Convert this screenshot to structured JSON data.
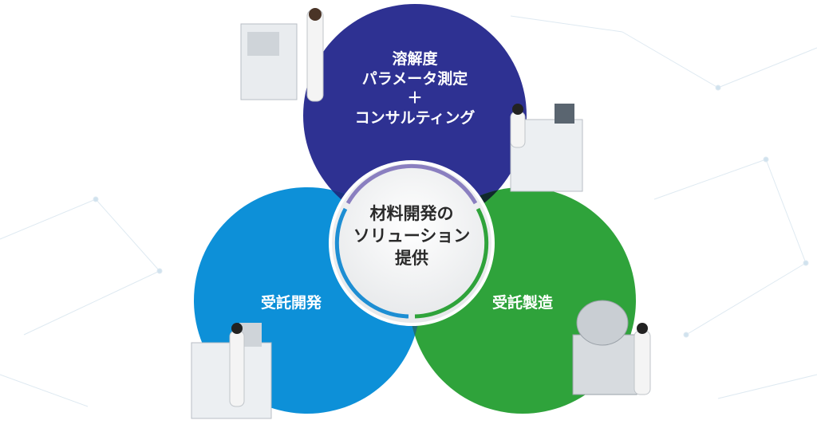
{
  "title": "材料開発のソリューション提供",
  "center": {
    "lines": [
      "材料開発の",
      "ソリューション",
      "提供"
    ]
  },
  "circles": {
    "top": {
      "lines": [
        "溶解度",
        "パラメータ測定",
        "＋",
        "コンサルティング"
      ],
      "color": "#2e3192"
    },
    "left": {
      "label": "受託開発",
      "color": "#0d90d8"
    },
    "right": {
      "label": "受託製造",
      "color": "#2fa33b"
    }
  },
  "overlap_colors": {
    "top_left": "#1c3184",
    "top_right": "#10292c",
    "left_right": "#1f6f78"
  },
  "ring_colors": {
    "top": "#8a7fc0",
    "left": "#1d8ed3",
    "right": "#2fa33b"
  }
}
